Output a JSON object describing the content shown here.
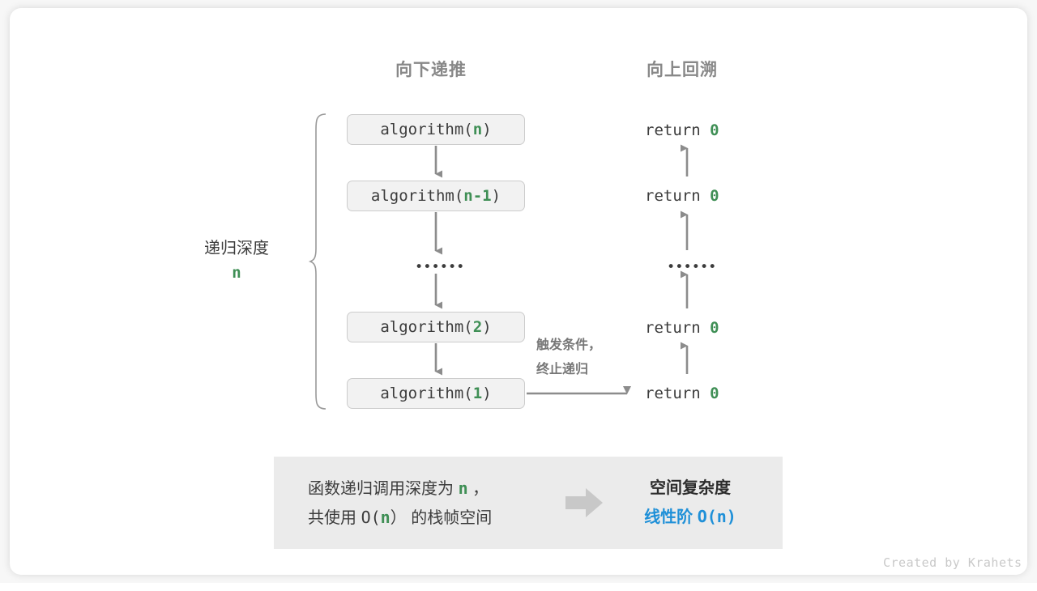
{
  "figure": {
    "headers": {
      "down": "向下递推",
      "up": "向上回溯"
    },
    "depth_bracket": {
      "label": "递归深度",
      "value": "n"
    },
    "call_stack": [
      {
        "name": "box-n",
        "prefix": "algorithm(",
        "arg": "n",
        "suffix": ")"
      },
      {
        "name": "box-n1",
        "prefix": "algorithm(",
        "arg": "n-1",
        "suffix": ")"
      },
      {
        "name": "box-2",
        "prefix": "algorithm(",
        "arg": "2",
        "suffix": ")"
      },
      {
        "name": "box-1",
        "prefix": "algorithm(",
        "arg": "1",
        "suffix": ")"
      }
    ],
    "returns": [
      {
        "name": "ret-1",
        "text": "return ",
        "value": "0"
      },
      {
        "name": "ret-2",
        "text": "return ",
        "value": "0"
      },
      {
        "name": "ret-3",
        "text": "return ",
        "value": "0"
      },
      {
        "name": "ret-4",
        "text": "return ",
        "value": "0"
      }
    ],
    "ellipsis": "••••••",
    "trigger_note": "触发条件，\n终止递归",
    "summary": {
      "line1_a": "函数递归调用深度为 ",
      "line1_n": "n",
      "line1_b": " ，",
      "line2_a": "共使用 ",
      "line2_o": "O(",
      "line2_n": "n",
      "line2_c": "）",
      "line2_b": " 的栈帧空间",
      "result_title": "空间复杂度",
      "result_value_cn": "线性阶 ",
      "result_value_mono": "O(n)"
    },
    "footer": "Created by Krahets",
    "colors": {
      "accent_green": "#3f8f55",
      "accent_blue": "#1f90d8",
      "box_fill": "#f2f2f2",
      "box_border": "#cccccc",
      "arrow_gray": "#888888",
      "panel_fill": "#ebebeb",
      "header_gray": "#888888",
      "footer_gray": "#c9c9c9"
    }
  }
}
